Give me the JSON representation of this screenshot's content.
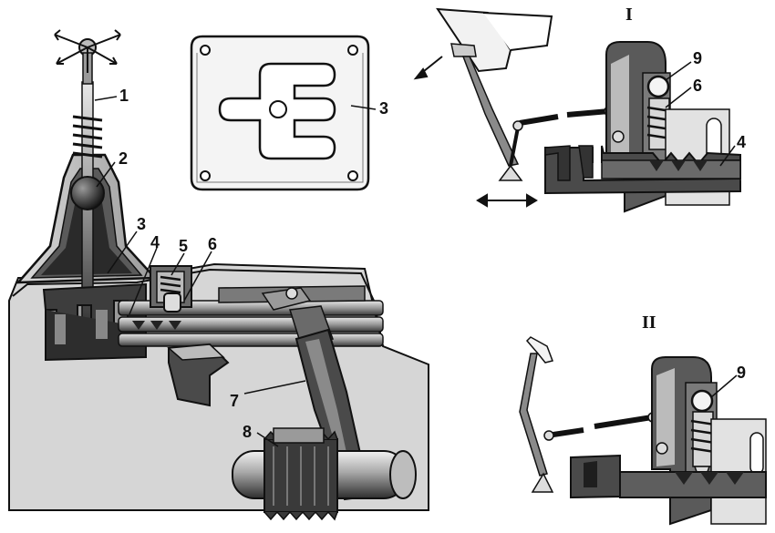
{
  "labels": {
    "l1": "1",
    "l2": "2",
    "l3_plate": "3",
    "l3_box": "3",
    "l4_box": "4",
    "l5": "5",
    "l6_box": "6",
    "l7": "7",
    "l8": "8",
    "l9_top": "9",
    "l6_top": "6",
    "l4_top": "4",
    "l9_bottom": "9"
  },
  "panels": {
    "top": "I",
    "bottom": "II"
  },
  "colors": {
    "ink": "#111111",
    "dark": "#3a3a3a",
    "mid": "#8c8c8c",
    "light": "#c8c8c8",
    "paper": "#ffffff"
  }
}
